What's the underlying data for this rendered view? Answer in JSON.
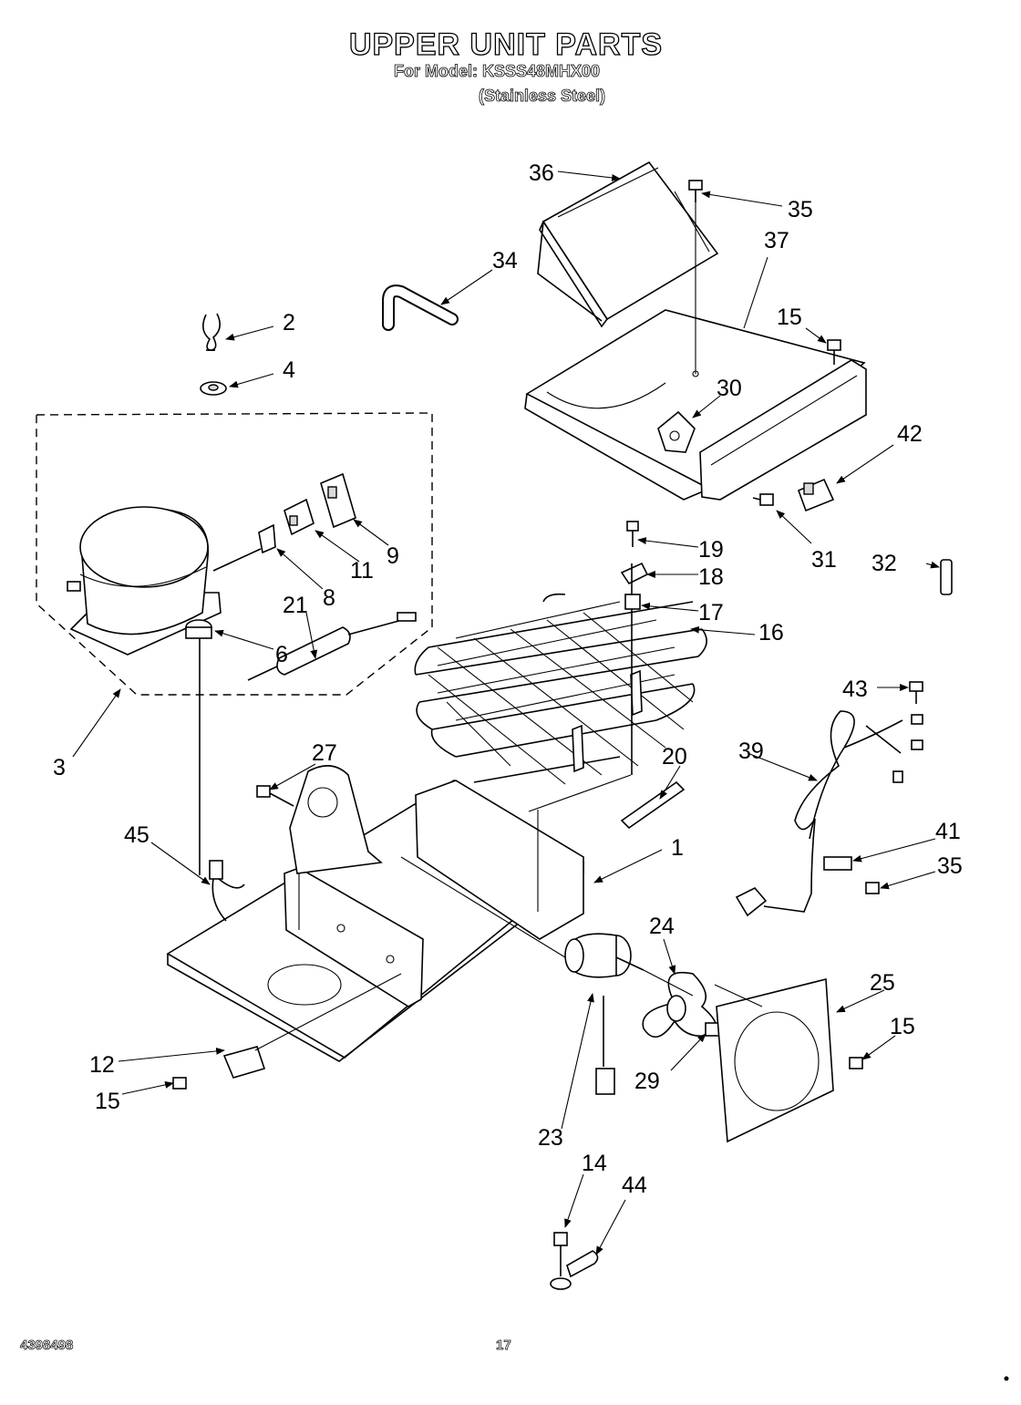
{
  "header": {
    "title": "UPPER UNIT PARTS",
    "model_line": "For Model: KSSS48MHX00",
    "finish_line": "(Stainless Steel)"
  },
  "footer": {
    "doc_number": "4398498",
    "page_number": "17"
  },
  "callouts": {
    "c1": "1",
    "c2": "2",
    "c3": "3",
    "c4": "4",
    "c6": "6",
    "c8": "8",
    "c9": "9",
    "c11": "11",
    "c12": "12",
    "c14": "14",
    "c15a": "15",
    "c15b": "15",
    "c15c": "15",
    "c16": "16",
    "c17": "17",
    "c18": "18",
    "c19": "19",
    "c20": "20",
    "c21": "21",
    "c23": "23",
    "c24": "24",
    "c25": "25",
    "c27": "27",
    "c29": "29",
    "c30": "30",
    "c31": "31",
    "c32": "32",
    "c34": "34",
    "c35a": "35",
    "c35b": "35",
    "c36": "36",
    "c37": "37",
    "c39": "39",
    "c41": "41",
    "c42": "42",
    "c43": "43",
    "c44": "44",
    "c45": "45"
  }
}
